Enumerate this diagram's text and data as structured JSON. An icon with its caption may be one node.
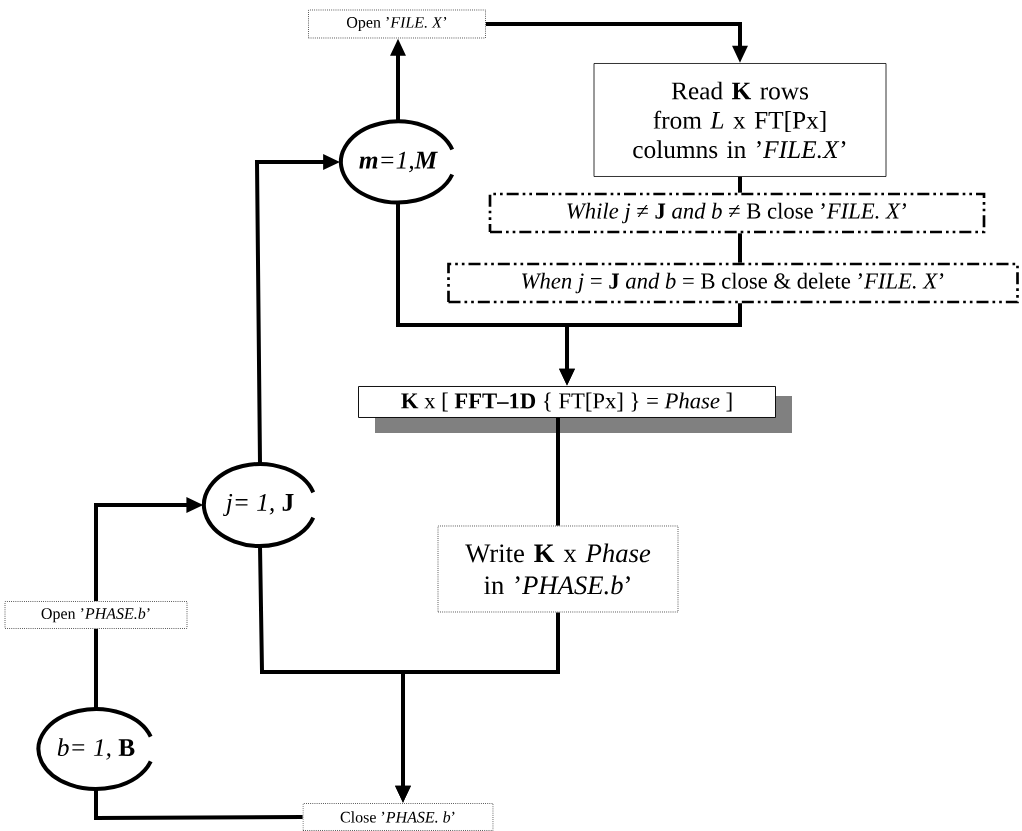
{
  "diagram": {
    "nodes": [
      {
        "text": [
          "Open  ’*FILE. X*’"
        ]
      },
      {
        "text": [
          "Read **K** rows from *L* x FT[Px] columns in ’*FILE.X*’"
        ]
      },
      {
        "text": [
          "*While j* ≠ **J** *and b* ≠ B close ’*FILE. X*’"
        ]
      },
      {
        "text": [
          "*When j* = **J** *and b* = B close & delete ’*FILE. X*’"
        ]
      },
      {
        "text": [
          "**K** x [ **FFT–1D** { FT[Px] } =  *Phase* ]"
        ]
      },
      {
        "text": [
          "Write **K** x *Phase* in ’*PHASE.b*’"
        ]
      },
      {
        "text": [
          "**m**=1,**M**"
        ]
      },
      {
        "text": [
          "*j= 1,* **J**"
        ]
      },
      {
        "text": [
          "*b= 1,* **B**"
        ]
      },
      {
        "text": [
          "Open  ’*PHASE.b*’"
        ]
      },
      {
        "text": [
          "Close  ’*PHASE. b*’"
        ]
      }
    ],
    "edges": [
      {
        "from": 6,
        "to": 0,
        "arrow": "to"
      },
      {
        "from": 0,
        "to": 1,
        "arrow": "to"
      },
      {
        "from": 1,
        "to": 2,
        "arrow": "none"
      },
      {
        "from": 2,
        "to": 3,
        "arrow": "none"
      },
      {
        "from": 3,
        "to": 4,
        "arrow": "to"
      },
      {
        "from": 6,
        "to": 4,
        "arrow": "to"
      },
      {
        "from": 4,
        "to": 5,
        "arrow": "none"
      },
      {
        "from": 5,
        "to": 10,
        "arrow": "to"
      },
      {
        "from": 7,
        "to": 10,
        "arrow": "to"
      },
      {
        "from": 7,
        "to": 6,
        "arrow": "to"
      },
      {
        "from": 8,
        "to": 9,
        "arrow": "none"
      },
      {
        "from": 9,
        "to": 7,
        "arrow": "to"
      },
      {
        "from": 8,
        "to": 10,
        "arrow": "none"
      }
    ]
  }
}
